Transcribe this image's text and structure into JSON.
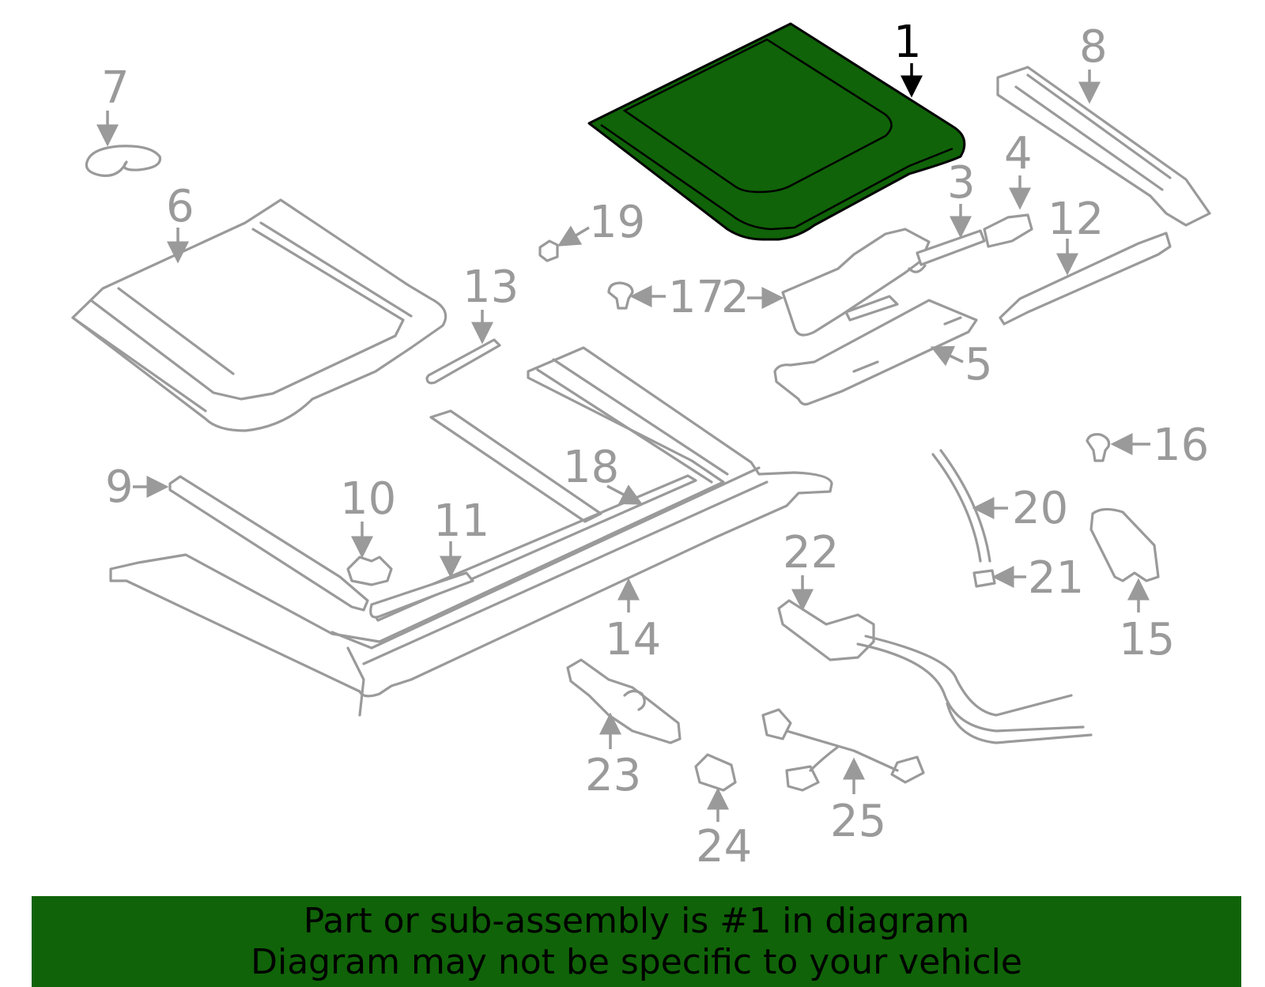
{
  "highlight_color": "#106308",
  "parts_color": "#9a9a9a",
  "callouts": {
    "c1": "1",
    "c3": "3",
    "c4": "4",
    "c5": "5",
    "c6": "6",
    "c7": "7",
    "c8": "8",
    "c9": "9",
    "c10": "10",
    "c11": "11",
    "c12": "12",
    "c13": "13",
    "c14": "14",
    "c15": "15",
    "c16": "16",
    "c17": "17",
    "c2": "2",
    "c18": "18",
    "c19": "19",
    "c20": "20",
    "c21": "21",
    "c22": "22",
    "c23": "23",
    "c24": "24",
    "c25": "25"
  },
  "banner": {
    "line1": "Part or sub-assembly is #1 in diagram",
    "line2": "Diagram may not be specific to your vehicle"
  }
}
